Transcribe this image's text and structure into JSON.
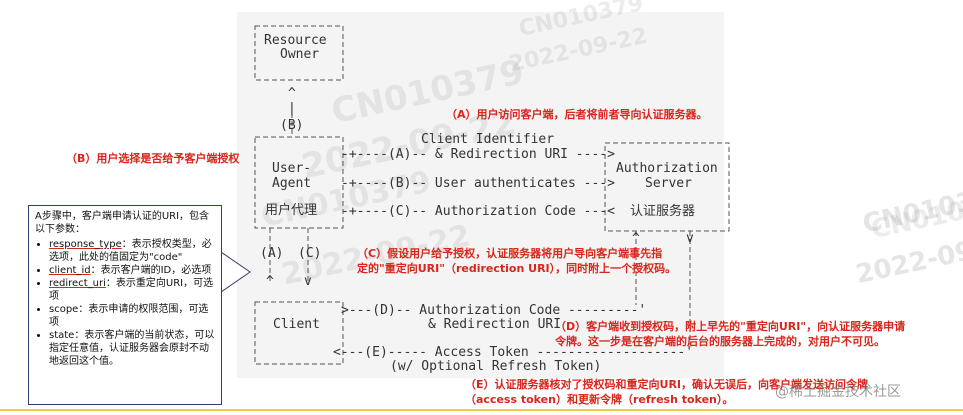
{
  "watermarks": [
    "CN010379",
    "2022-09-22",
    "CN010379",
    "2022-09-22",
    "CN010379",
    "2022-09-22",
    "CN010379",
    "CN0103",
    "2022-09"
  ],
  "boxes": {
    "resource_owner": [
      "Resource",
      "Owner"
    ],
    "user_agent": [
      "User-",
      "Agent",
      "用户代理"
    ],
    "auth_server": [
      "Authorization",
      "Server",
      "认证服务器"
    ],
    "client": "Client"
  },
  "labels": {
    "B": "(B)",
    "A_side": "(A)",
    "C_side": "(C)",
    "caret": "^",
    "v": "v",
    "pipe": "|"
  },
  "flows": {
    "client_identifier": "Client Identifier",
    "A_row": "-+----(A)-- & Redirection URI ---->",
    "B_row": "-+----(B)-- User authenticates --->",
    "C_row": "-+----(C)-- Authorization Code ---<",
    "D_row1": ">---(D)-- Authorization Code ---------'",
    "D_row2": "& Redirection URI",
    "E_row1": "<---(E)----- Access Token -------------------'",
    "E_row2": "(w/ Optional Refresh Token)"
  },
  "annotations": {
    "A": "（A）用户访问客户端，后者将前者导向认证服务器。",
    "B": "（B）用户选择是否给予客户端授权",
    "C1": "（C）假设用户给予授权，认证服务器将用户导向客户端事先指",
    "C2": "定的\"重定向URI\"（redirection URI），同时附上一个授权码。",
    "D1": "（D）客户端收到授权码，附上早先的\"重定向URI\"，向认证服务器申请",
    "D2": "令牌。这一步是在客户端的后台的服务器上完成的，对用户不可见。",
    "E1": "（E）认证服务器核对了授权码和重定向URI，确认无误后，向客户端发送访问令牌",
    "E2": "（access token）和更新令牌（refresh token）。"
  },
  "callout": {
    "intro": "A步骤中，客户端申请认证的URI，包含以下参数：",
    "items": [
      {
        "key": "response_type",
        "text": "：表示授权类型，必选项，此处的值固定为\"code\""
      },
      {
        "key": "client_id",
        "text": "：表示客户端的ID，必选项"
      },
      {
        "key": "redirect_uri",
        "text": "：表示重定向URI，可选项"
      },
      {
        "key": "scope",
        "text": "：表示申请的权限范围，可选项"
      },
      {
        "key": "state",
        "text": "：表示客户端的当前状态，可以指定任意值，认证服务器会原封不动地返回这个值。"
      }
    ]
  },
  "badge": "@稀土掘金技术社区",
  "colors": {
    "annotation": "#d9261c",
    "diagram_text": "#333333",
    "callout_border": "#2f3f6b",
    "footer": "#f2c94c"
  }
}
